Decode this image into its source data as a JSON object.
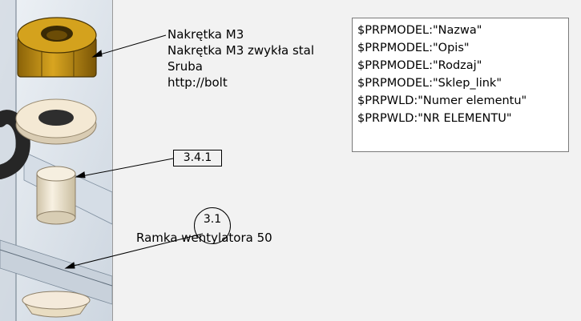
{
  "nut_note": {
    "lines": [
      "Nakrętka M3",
      "Nakrętka M3 zwykła stal",
      "Sruba",
      "http://bolt"
    ]
  },
  "property_note": {
    "lines": [
      "$PRPMODEL:\"Nazwa\"",
      "$PRPMODEL:\"Opis\"",
      "$PRPMODEL:\"Rodzaj\"",
      "$PRPMODEL:\"Sklep_link\"",
      "$PRPWLD:\"Numer elementu\"",
      "$PRPWLD:\"NR ELEMENTU\""
    ]
  },
  "part_tag": "3.4.1",
  "balloon": {
    "number": "3.1",
    "label": "Ramka wentylatora 50"
  },
  "colors": {
    "background": "#f2f2f2",
    "nut": "#b8860b",
    "washer": "#f3e6d0",
    "spacer": "#ece3cf",
    "frame": "#dfe6ee",
    "cable": "#2b2b2b"
  }
}
